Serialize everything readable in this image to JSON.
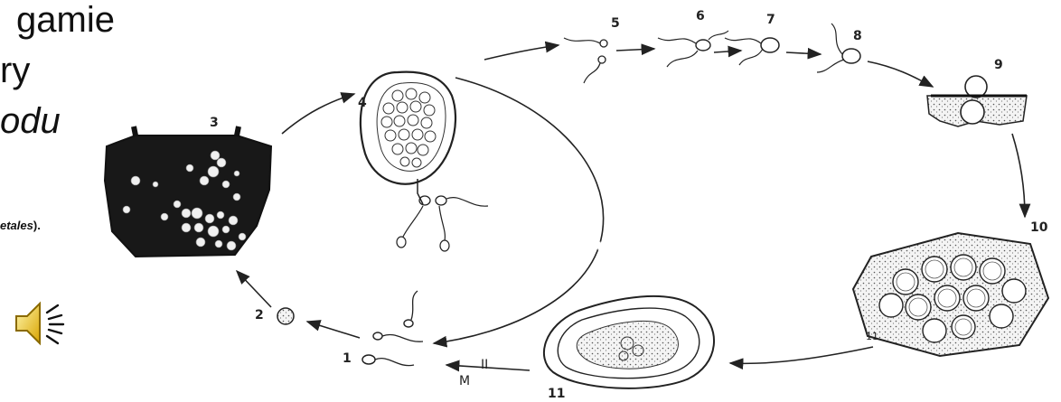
{
  "slide": {
    "title_lines": [
      "gamie",
      "ry",
      "odu"
    ],
    "caption_text": "etales",
    "caption_tail": ")."
  },
  "diagram": {
    "stage_labels": [
      "1",
      "2",
      "3",
      "4",
      "5",
      "6",
      "7",
      "8",
      "9",
      "10",
      "11",
      "11"
    ],
    "marker_M": "M",
    "marker_bars": "II"
  },
  "icons": {
    "audio": "speaker-icon"
  }
}
